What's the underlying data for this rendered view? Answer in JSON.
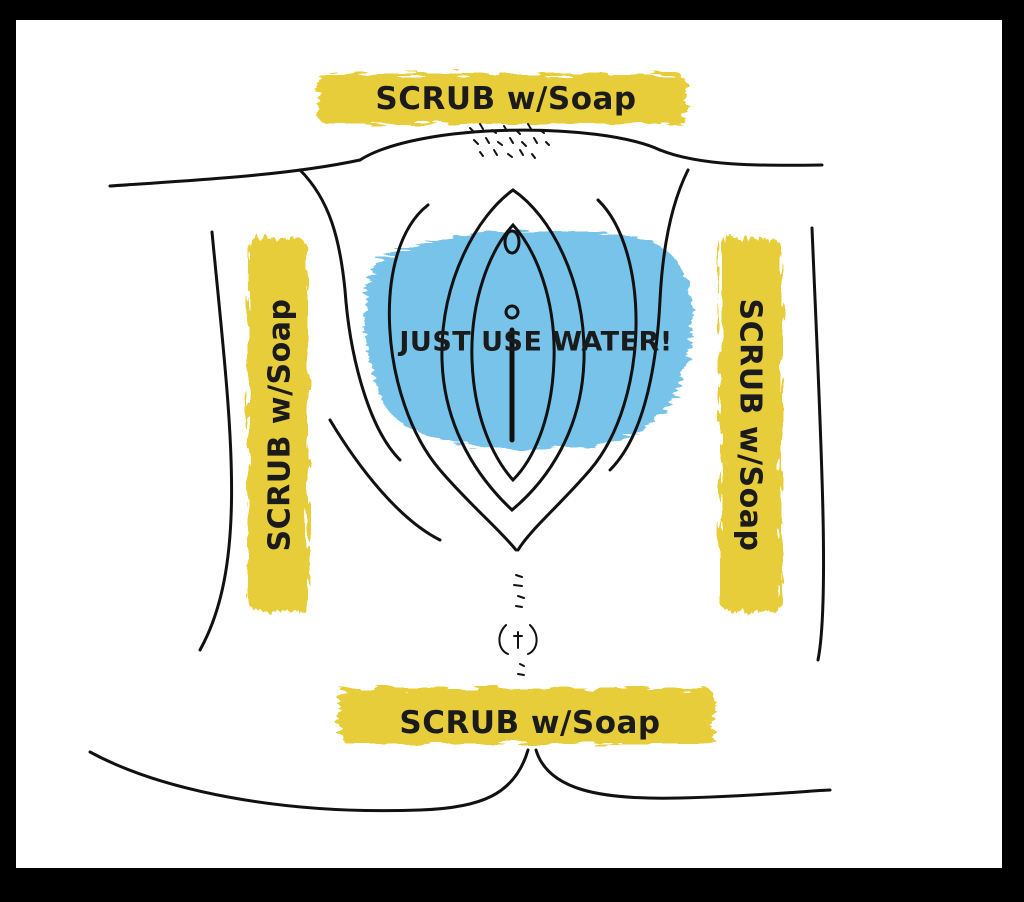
{
  "labels": {
    "top": "SCRUB w/Soap",
    "left": "SCRUB w/Soap",
    "right": "SCRUB w/Soap",
    "bottom": "SCRUB w/Soap",
    "center": "JUST USE WATER!"
  },
  "colors": {
    "scrub_highlight": "#e8cd3a",
    "water_highlight": "#6bbde8",
    "line": "#111111",
    "background": "#ffffff",
    "frame": "#000000"
  }
}
